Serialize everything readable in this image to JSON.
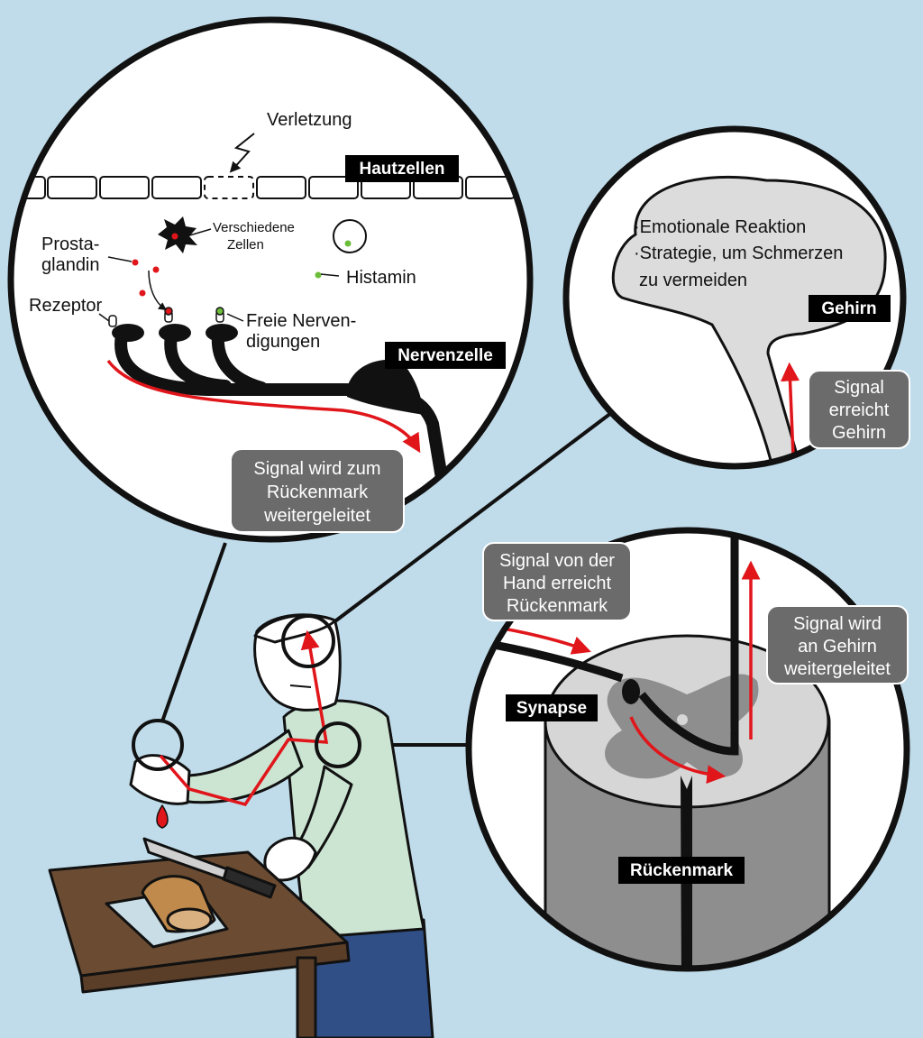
{
  "skin": {
    "injury": "Verletzung",
    "skin_cells": "Hautzellen",
    "various_cells_1": "Verschiedene",
    "various_cells_2": "Zellen",
    "prostaglandin_1": "Prosta-",
    "prostaglandin_2": "glandin",
    "histamine": "Histamin",
    "receptor": "Rezeptor",
    "free_nerve_endings_1": "Freie Nerven-",
    "free_nerve_endings_2": "digungen",
    "nerve_cell": "Nervenzelle",
    "signal_box": [
      "Signal wird zum",
      "Rückenmark",
      "weitergeleitet"
    ]
  },
  "brain": {
    "bullet_1": "·Emotionale Reaktion",
    "bullet_2a": "·Strategie, um Schmerzen",
    "bullet_2b": "zu vermeiden",
    "tag": "Gehirn",
    "signal_box": [
      "Signal",
      "erreicht",
      "Gehirn"
    ]
  },
  "spine": {
    "synapse": "Synapse",
    "tag": "Rückenmark",
    "in_box": [
      "Signal von der",
      "Hand erreicht",
      "Rückenmark"
    ],
    "out_box": [
      "Signal wird",
      "an Gehirn",
      "weitergeleitet"
    ]
  },
  "colors": {
    "background": "#c0dcea",
    "signal_red": "#e0161b",
    "label_box": "#6b6b6b",
    "tag_black": "#000000",
    "chemical_red": "#e0161b",
    "chemical_green": "#6cbe3a",
    "grey_matter": "#8e8e8e",
    "white_matter": "#d6d6d6"
  },
  "icons": [
    "lightning-icon",
    "cell-icon",
    "nerve-ending-icon"
  ]
}
